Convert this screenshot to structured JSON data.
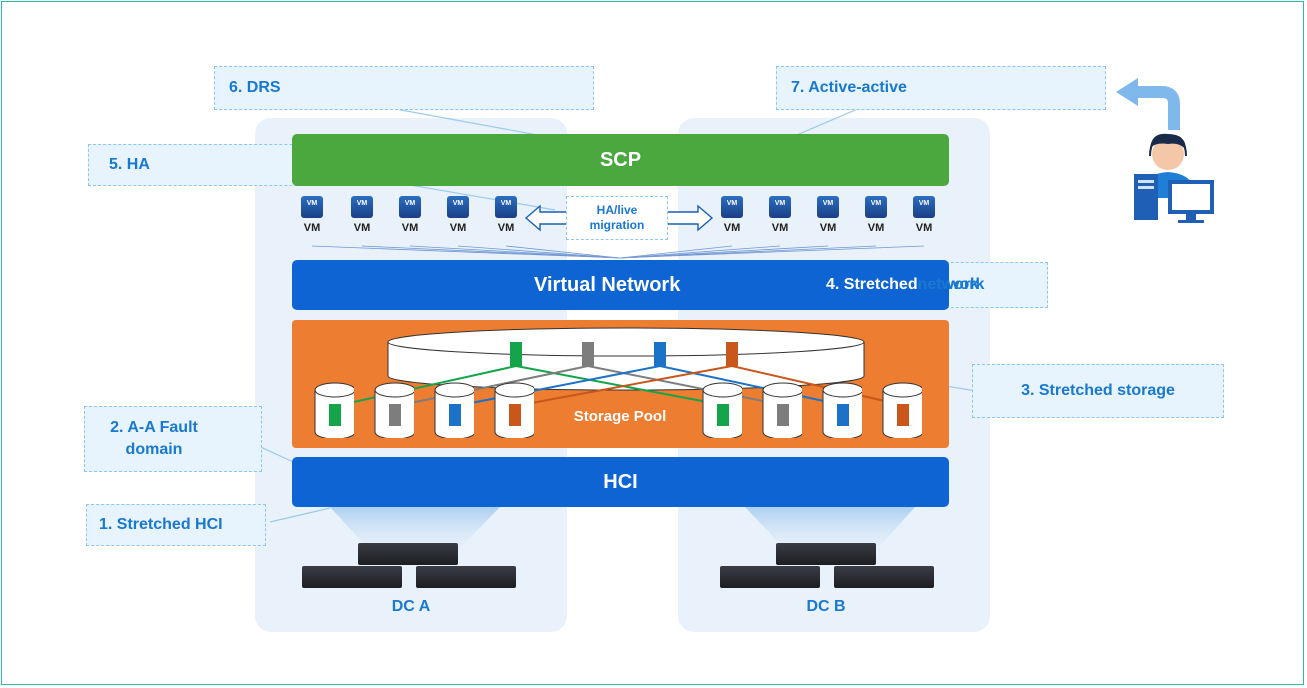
{
  "callouts": {
    "drs": "6. DRS",
    "active_active": "7. Active-active",
    "ha": "5. HA",
    "stretched_network": "4. Stretched network",
    "stretched_storage": "3. Stretched storage",
    "fault_domain": "2. A-A Fault domain",
    "stretched_hci": "1. Stretched HCI"
  },
  "layers": {
    "scp": "SCP",
    "virtual_network": "Virtual Network",
    "storage_pool": "Storage Pool",
    "hci": "HCI"
  },
  "vm": {
    "icon_text": "VM",
    "label": "VM",
    "count_left": 5,
    "count_right": 5
  },
  "migration_label": "HA/live migration",
  "datacenters": {
    "a": "DC A",
    "b": "DC B"
  },
  "colors": {
    "scp": "#4aa83f",
    "network_blue": "#0d64d2",
    "storage_orange": "#ec7d31",
    "callout_text": "#1978d0",
    "disk_green": "#14a44a",
    "disk_gray": "#7d7d7d",
    "disk_blue": "#1c71c8",
    "disk_orange": "#c9561a"
  },
  "icons": {
    "user": "admin-user-computer-icon",
    "return_arrow": "curved-arrow-icon"
  }
}
